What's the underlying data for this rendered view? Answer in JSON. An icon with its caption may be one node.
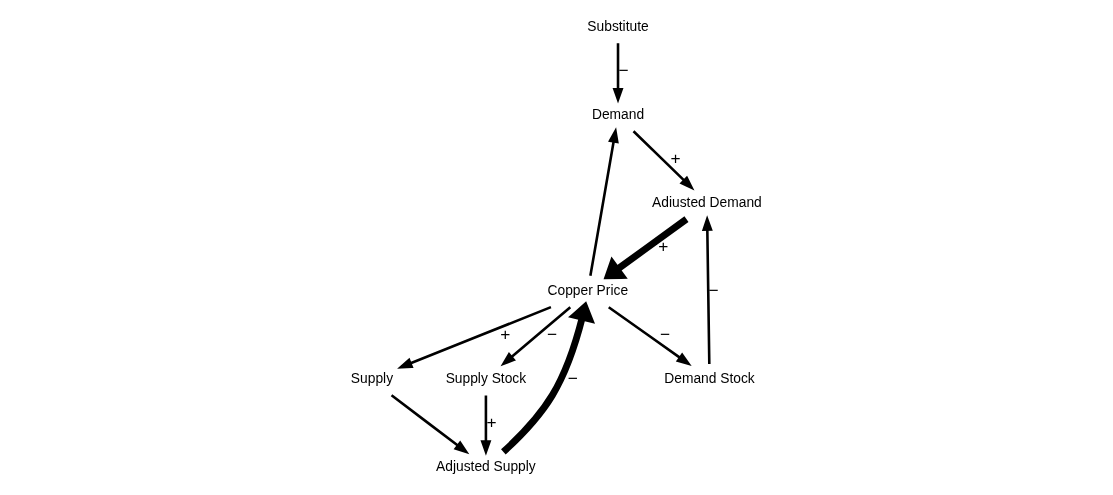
{
  "diagram": {
    "nodes": [
      {
        "text": [
          "Substitute"
        ]
      },
      {
        "text": [
          "Supply"
        ]
      },
      {
        "text": [
          "Copper Price"
        ]
      },
      {
        "text": [
          "Demand"
        ]
      },
      {
        "text": [
          "Supply Stock"
        ]
      },
      {
        "text": [
          "Demand Stock"
        ]
      },
      {
        "text": [
          "Adjusted Supply"
        ]
      },
      {
        "text": [
          "Adiusted Demand"
        ]
      }
    ],
    "edges": [
      {
        "from": 2,
        "to": 1,
        "arrow": "to",
        "label": "+"
      },
      {
        "from": 1,
        "to": 6,
        "arrow": "to"
      },
      {
        "from": 2,
        "to": 4,
        "arrow": "to",
        "label": "−"
      },
      {
        "from": 4,
        "to": 6,
        "arrow": "to",
        "label": "+"
      },
      {
        "from": 6,
        "to": 2,
        "arrow": "to",
        "label": "−",
        "style": "thick"
      },
      {
        "from": 2,
        "to": 3,
        "arrow": "to"
      },
      {
        "from": 0,
        "to": 3,
        "arrow": "to",
        "label": "−"
      },
      {
        "from": 2,
        "to": 5,
        "arrow": "to",
        "label": "−"
      },
      {
        "from": 3,
        "to": 7,
        "arrow": "to",
        "label": "+"
      },
      {
        "from": 5,
        "to": 7,
        "arrow": "to",
        "label": "−"
      },
      {
        "from": 7,
        "to": 2,
        "arrow": "to",
        "label": "+",
        "style": "thick"
      }
    ]
  }
}
